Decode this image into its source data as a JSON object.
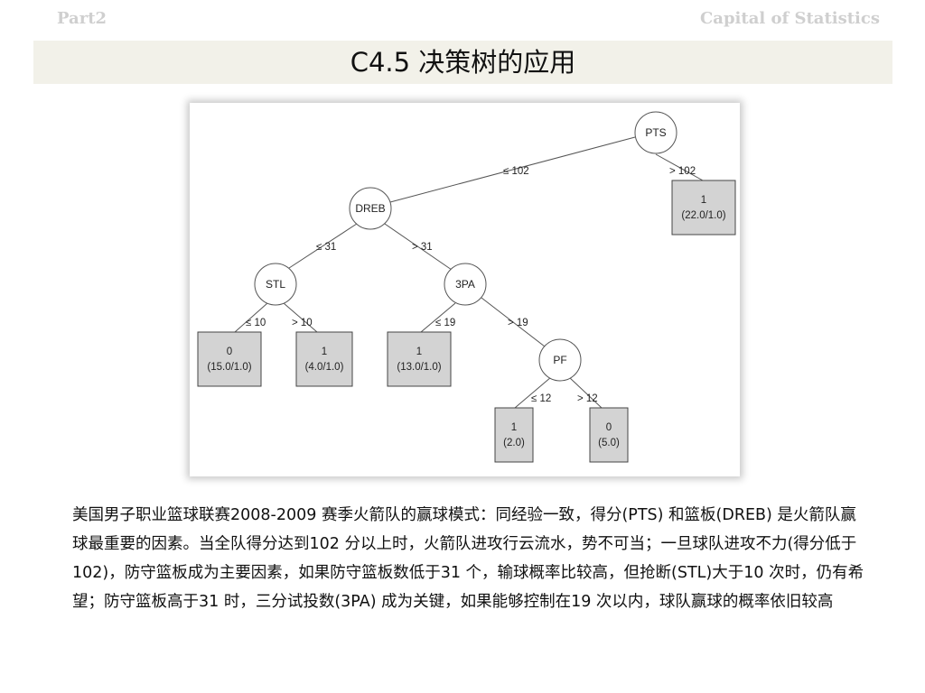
{
  "header": {
    "left": "Part2",
    "right": "Capital of Statistics"
  },
  "slide": {
    "title": "C4.5 决策树的应用"
  },
  "tree": {
    "nodes": {
      "pts": "PTS",
      "dreb": "DREB",
      "stl": "STL",
      "threepa": "3PA",
      "pf": "PF"
    },
    "edges": {
      "pts_le": "≤ 102",
      "pts_gt": "> 102",
      "dreb_le": "≤ 31",
      "dreb_gt": "> 31",
      "stl_le": "≤ 10",
      "stl_gt": "> 10",
      "threepa_le": "≤ 19",
      "threepa_gt": "> 19",
      "pf_le": "≤ 12",
      "pf_gt": "> 12"
    },
    "leaves": {
      "pts_gt": {
        "cls": "1",
        "count": "(22.0/1.0)"
      },
      "stl_le": {
        "cls": "0",
        "count": "(15.0/1.0)"
      },
      "stl_gt": {
        "cls": "1",
        "count": "(4.0/1.0)"
      },
      "threepa_le": {
        "cls": "1",
        "count": "(13.0/1.0)"
      },
      "pf_le": {
        "cls": "1",
        "count": "(2.0)"
      },
      "pf_gt": {
        "cls": "0",
        "count": "(5.0)"
      }
    }
  },
  "description": "美国男子职业篮球联赛2008-2009 赛季火箭队的赢球模式：同经验一致，得分(PTS) 和篮板(DREB) 是火箭队赢球最重要的因素。当全队得分达到102 分以上时，火箭队进攻行云流水，势不可当；一旦球队进攻不力(得分低于102)，防守篮板成为主要因素，如果防守篮板数低于31 个，输球概率比较高，但抢断(STL)大于10 次时，仍有希望；防守篮板高于31 时，三分试投数(3PA) 成为关键，如果能够控制在19 次以内，球队赢球的概率依旧较高"
}
